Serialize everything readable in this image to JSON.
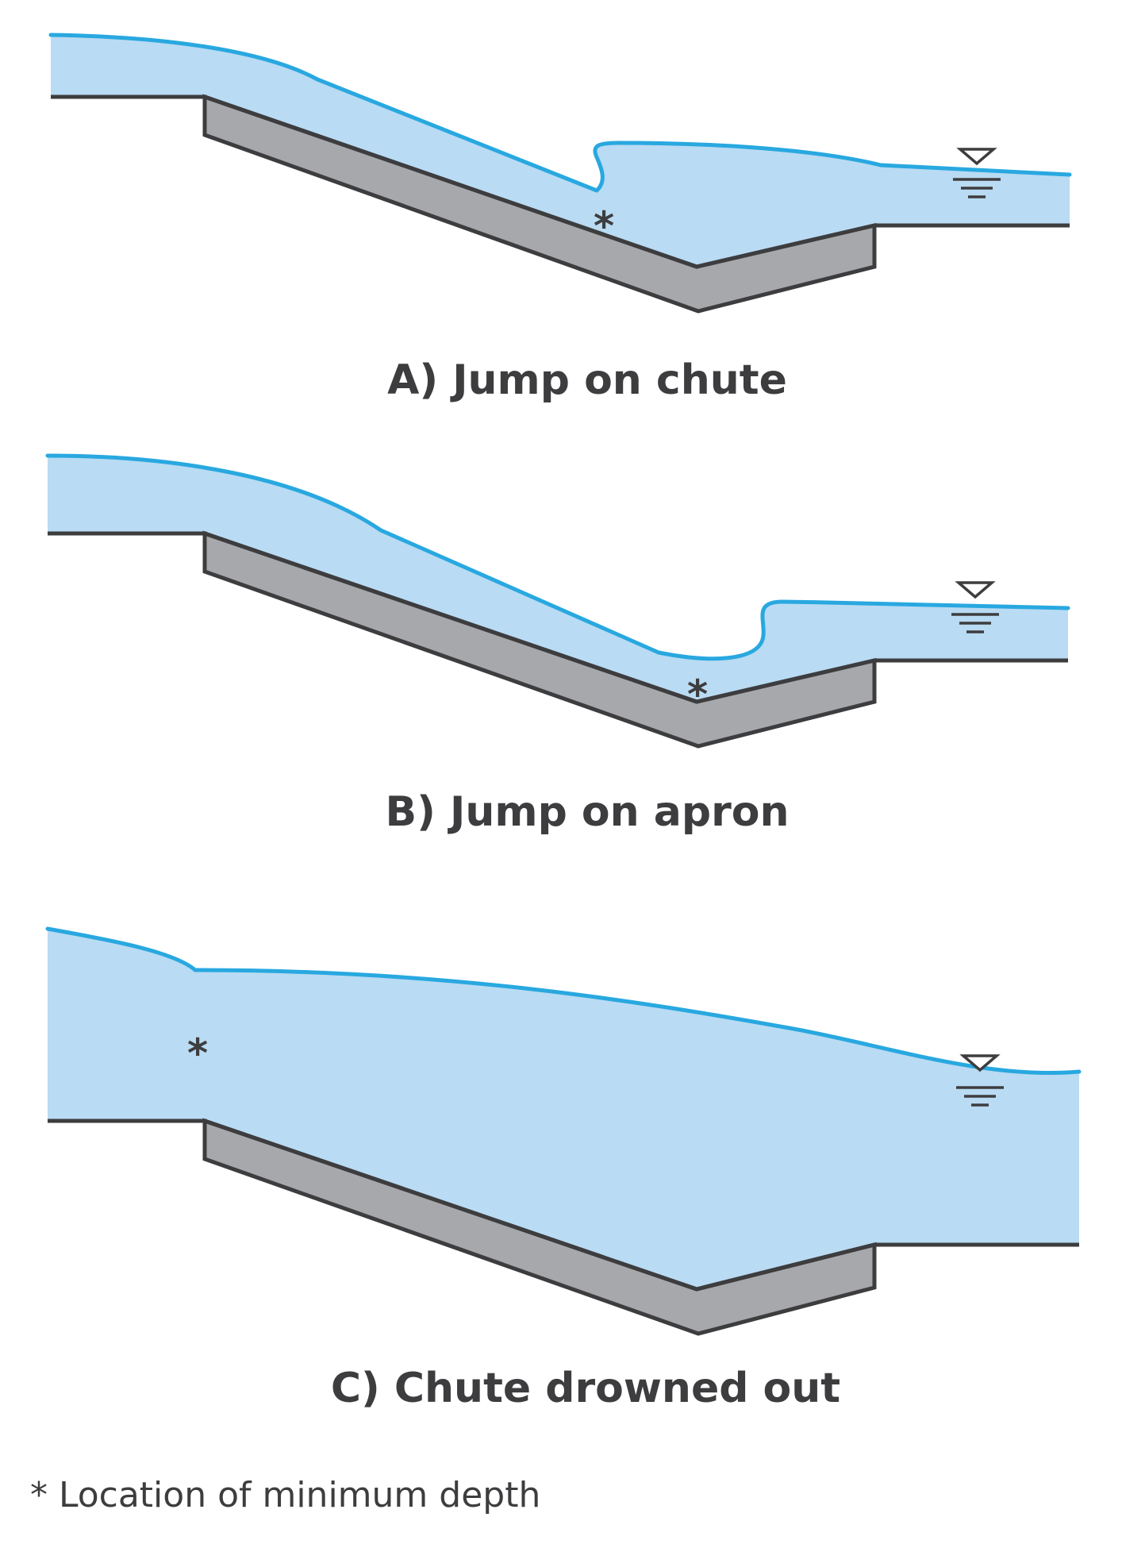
{
  "colors": {
    "water_fill": "#b9dbf3",
    "water_surface": "#29a8e0",
    "bed_line": "#3d3d3f",
    "slab_fill": "#a7a8ab",
    "text": "#3d3d3f"
  },
  "panels": [
    {
      "id": "A",
      "caption": "A)  Jump on chute",
      "marker": "*",
      "icons": [
        "water-level-icon"
      ]
    },
    {
      "id": "B",
      "caption": "B)  Jump on apron",
      "marker": "*",
      "icons": [
        "water-level-icon"
      ]
    },
    {
      "id": "C",
      "caption": "C)  Chute drowned out",
      "marker": "*",
      "icons": [
        "water-level-icon"
      ]
    }
  ],
  "footnote": "* Location of minimum depth"
}
